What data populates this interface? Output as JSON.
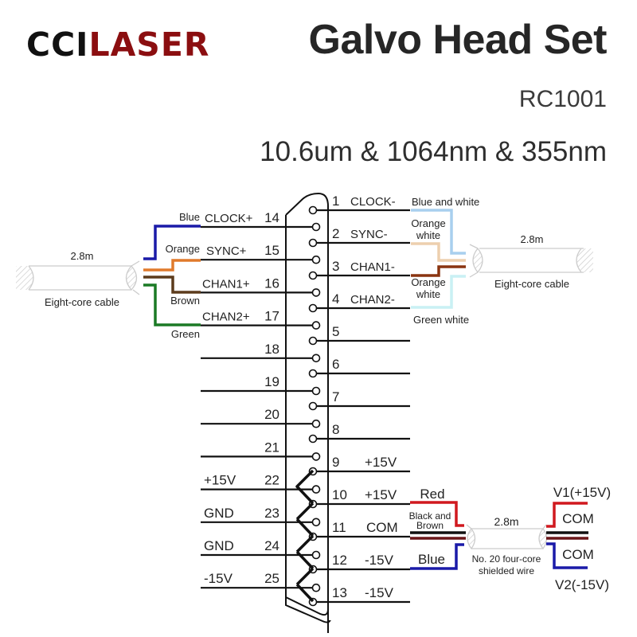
{
  "header": {
    "brand_part1": "CCI",
    "brand_part2": "LASER",
    "title": "Galvo Head Set",
    "model": "RC1001",
    "wavelengths": "10.6um & 1064nm & 355nm"
  },
  "colors": {
    "brand_red": "#8b0e10",
    "blue": "#1a1aa8",
    "orange": "#e07a2c",
    "brown": "#5c3b1c",
    "green": "#1b7a25",
    "blue_white": "#a8cfee",
    "orange_white": "#edcfae",
    "dark_orange": "#8a3410",
    "green_white": "#c9f0f4",
    "red": "#d0191f",
    "black": "#111111",
    "dark_red": "#6a1518",
    "cable_grey": "#cccccc"
  },
  "left_cable": {
    "length": "2.8m",
    "label": "Eight-core cable"
  },
  "right_cable": {
    "length": "2.8m",
    "label": "Eight-core cable"
  },
  "power_cable": {
    "length": "2.8m",
    "label_line1": "No. 20 four-core",
    "label_line2": "shielded wire"
  },
  "left_pins": [
    {
      "pin": "14",
      "signal": "CLOCK+",
      "wire": "Blue"
    },
    {
      "pin": "15",
      "signal": "SYNC+",
      "wire": "Orange"
    },
    {
      "pin": "16",
      "signal": "CHAN1+",
      "wire": "Brown"
    },
    {
      "pin": "17",
      "signal": "CHAN2+",
      "wire": "Green"
    },
    {
      "pin": "18",
      "signal": "",
      "wire": ""
    },
    {
      "pin": "19",
      "signal": "",
      "wire": ""
    },
    {
      "pin": "20",
      "signal": "",
      "wire": ""
    },
    {
      "pin": "21",
      "signal": "",
      "wire": ""
    },
    {
      "pin": "22",
      "signal": "+15V",
      "wire": ""
    },
    {
      "pin": "23",
      "signal": "GND",
      "wire": ""
    },
    {
      "pin": "24",
      "signal": "GND",
      "wire": ""
    },
    {
      "pin": "25",
      "signal": "-15V",
      "wire": ""
    }
  ],
  "right_pins": [
    {
      "pin": "1",
      "signal": "CLOCK-",
      "wire": "Blue and white"
    },
    {
      "pin": "2",
      "signal": "SYNC-",
      "wire_line1": "Orange",
      "wire_line2": "white"
    },
    {
      "pin": "3",
      "signal": "CHAN1-",
      "wire_line1": "Orange",
      "wire_line2": "white"
    },
    {
      "pin": "4",
      "signal": "CHAN2-",
      "wire": "Green white"
    },
    {
      "pin": "5",
      "signal": ""
    },
    {
      "pin": "6",
      "signal": ""
    },
    {
      "pin": "7",
      "signal": ""
    },
    {
      "pin": "8",
      "signal": ""
    },
    {
      "pin": "9",
      "signal": "+15V"
    },
    {
      "pin": "10",
      "signal": "+15V",
      "wire": "Red"
    },
    {
      "pin": "11",
      "signal": "COM",
      "wire_line1": "Black and",
      "wire_line2": "Brown"
    },
    {
      "pin": "12",
      "signal": "-15V",
      "wire": "Blue"
    },
    {
      "pin": "13",
      "signal": "-15V"
    }
  ],
  "power_outputs": {
    "v1": "V1(+15V)",
    "com1": "COM",
    "com2": "COM",
    "v2": "V2(-15V)"
  }
}
